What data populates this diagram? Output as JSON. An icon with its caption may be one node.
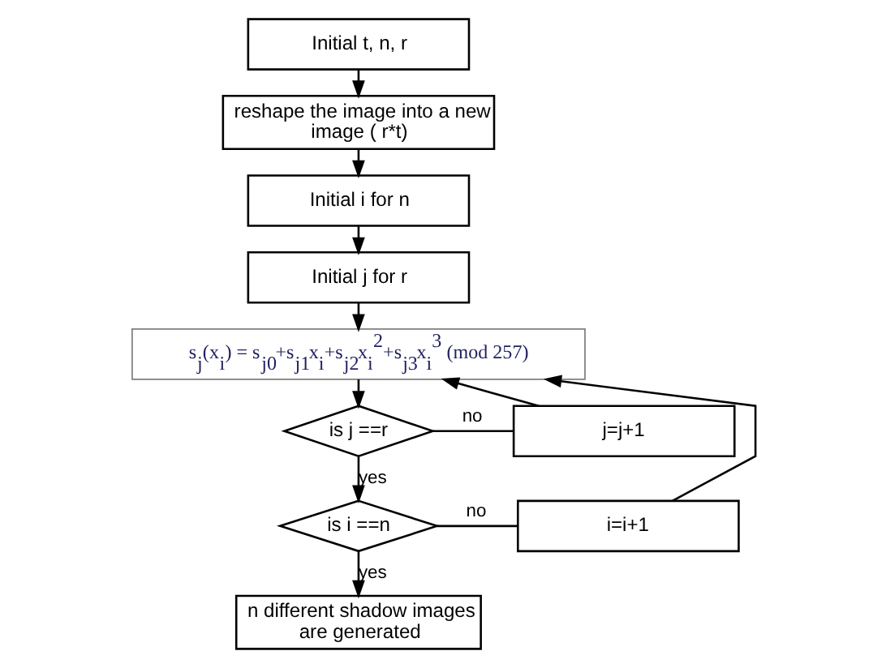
{
  "diagram": {
    "nodes": [
      {
        "text": [
          "Initial t, n, r"
        ]
      },
      {
        "text": [
          "reshape the image into a new image ( r*t)"
        ]
      },
      {
        "text": [
          "Initial i for n"
        ]
      },
      {
        "text": [
          "Initial j for r"
        ]
      },
      {
        "text": [
          "s$_{j}$(x$_{i}$) = s$_{j0}$+s$_{j1}$x$_{i}$+s$_{j2}$x$_{i}$$^{2}$+s$_{j3}$x$_{i}$$^{3}$ (mod 257)"
        ]
      },
      {
        "text": [
          "is j ==r"
        ]
      },
      {
        "text": [
          "j=j+1"
        ]
      },
      {
        "text": [
          "is i ==n"
        ]
      },
      {
        "text": [
          "i=i+1"
        ]
      },
      {
        "text": [
          "n different shadow images are generated"
        ]
      }
    ],
    "edges": [
      {
        "from": 0,
        "to": 1,
        "arrow": "to"
      },
      {
        "from": 1,
        "to": 2,
        "arrow": "to"
      },
      {
        "from": 2,
        "to": 3,
        "arrow": "to"
      },
      {
        "from": 3,
        "to": 4,
        "arrow": "to"
      },
      {
        "from": 4,
        "to": 5,
        "arrow": "to"
      },
      {
        "from": 5,
        "to": 6,
        "label": "no",
        "arrow": "none"
      },
      {
        "from": 6,
        "to": 4,
        "arrow": "to"
      },
      {
        "from": 5,
        "to": 7,
        "label": "yes",
        "arrow": "to"
      },
      {
        "from": 7,
        "to": 8,
        "label": "no",
        "arrow": "none"
      },
      {
        "from": 8,
        "to": 4,
        "arrow": "to"
      },
      {
        "from": 7,
        "to": 9,
        "label": "yes",
        "arrow": "to"
      }
    ]
  }
}
